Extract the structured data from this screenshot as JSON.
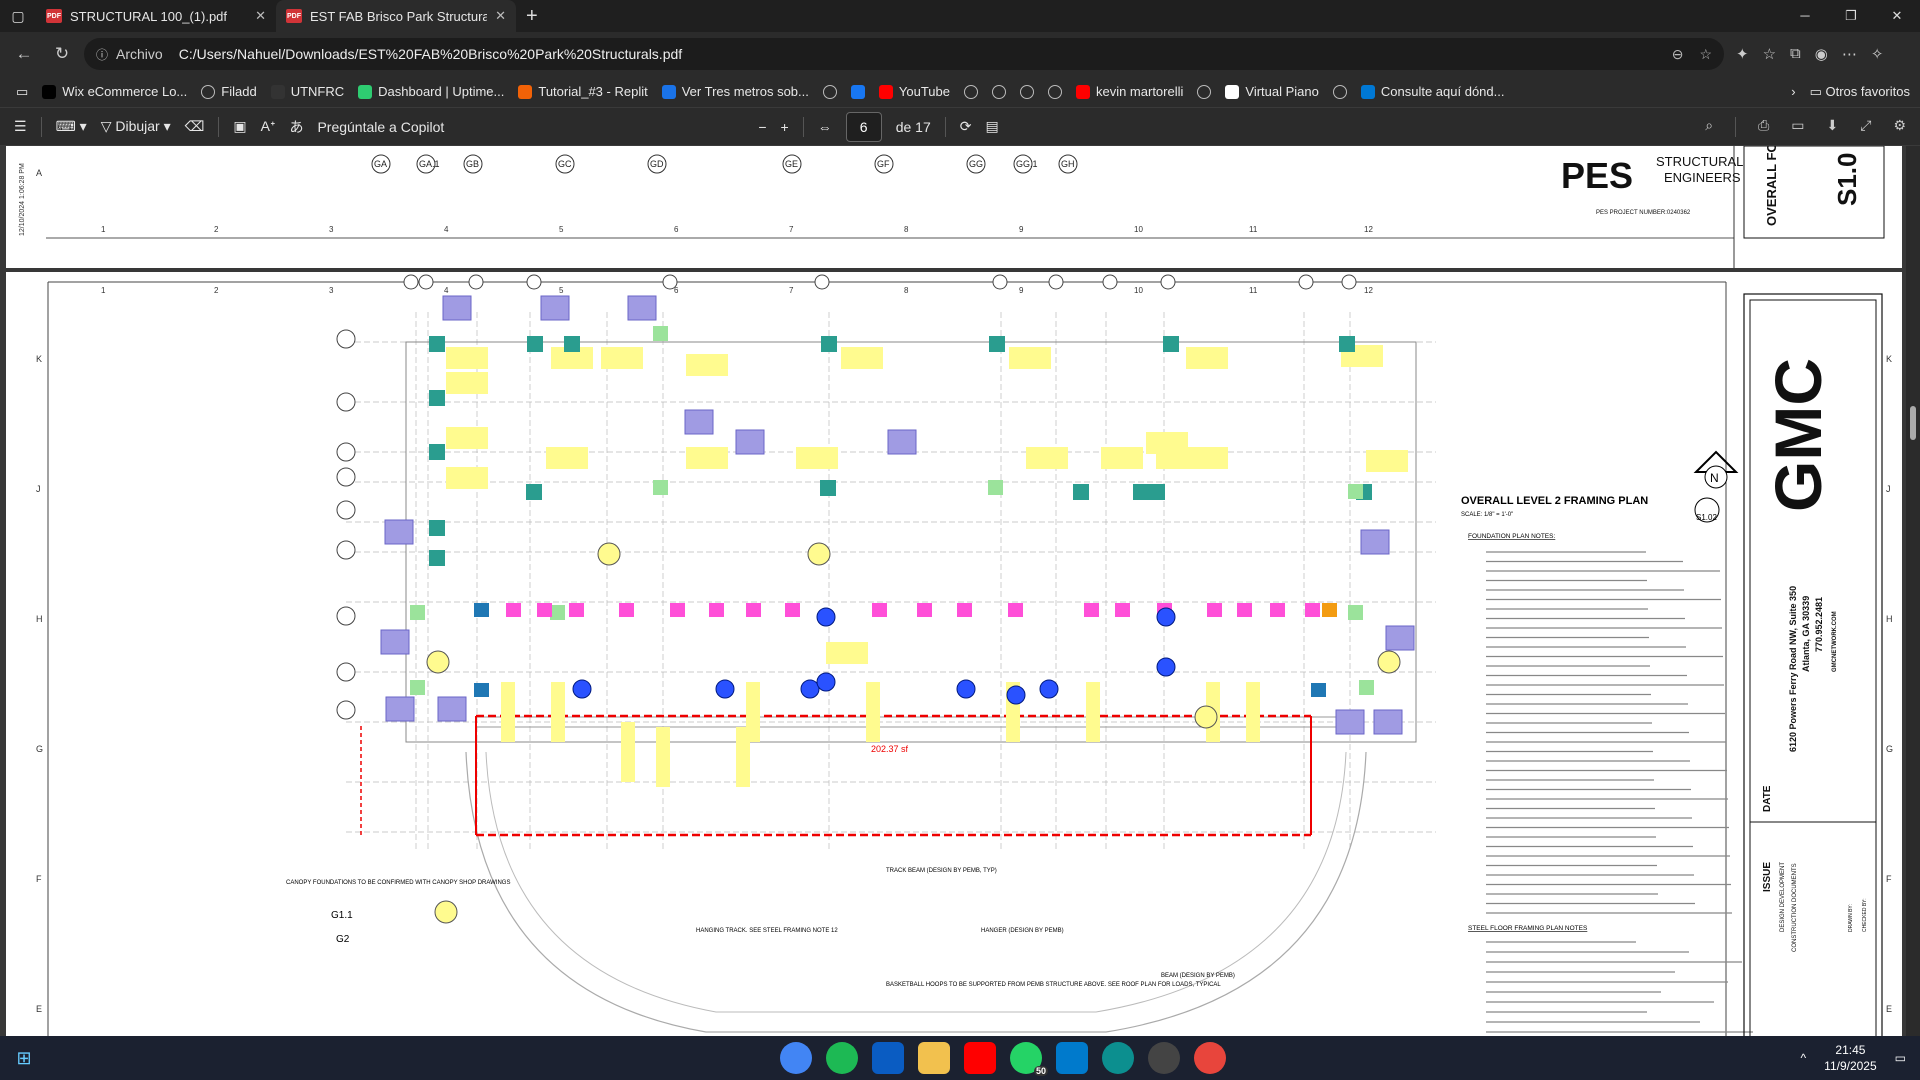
{
  "tabs": [
    {
      "title": "STRUCTURAL 100_(1).pdf",
      "active": false
    },
    {
      "title": "EST FAB Brisco Park Structurals.pdf",
      "active": true
    }
  ],
  "address": {
    "label": "Archivo",
    "url": "C:/Users/Nahuel/Downloads/EST%20FAB%20Brisco%20Park%20Structurals.pdf"
  },
  "bookmarks": [
    {
      "label": "Wix eCommerce Lo...",
      "color": "#000"
    },
    {
      "label": "Filadd",
      "color": "globe"
    },
    {
      "label": "UTNFRC",
      "color": "#333"
    },
    {
      "label": "Dashboard | Uptime...",
      "color": "#2ecc71"
    },
    {
      "label": "Tutorial_#3 - Replit",
      "color": "#f26207"
    },
    {
      "label": "Ver Tres metros sob...",
      "color": "#1a73e8"
    },
    {
      "label": "",
      "color": "globe"
    },
    {
      "label": "",
      "color": "#1877f2"
    },
    {
      "label": "YouTube",
      "color": "#ff0000"
    },
    {
      "label": "",
      "color": "globe"
    },
    {
      "label": "",
      "color": "globe"
    },
    {
      "label": "",
      "color": "globe"
    },
    {
      "label": "",
      "color": "globe"
    },
    {
      "label": "kevin martorelli",
      "color": "#ff0000"
    },
    {
      "label": "",
      "color": "globe"
    },
    {
      "label": "Virtual Piano",
      "color": "#fff"
    },
    {
      "label": "",
      "color": "globe"
    },
    {
      "label": "Consulte aquí dónd...",
      "color": "#0078d4"
    }
  ],
  "bookmarks_other": "Otros favoritos",
  "pdf_toolbar": {
    "draw": "Dibujar",
    "copilot": "Pregúntale a Copilot",
    "page": "6",
    "of_pages": "de 17"
  },
  "drawing": {
    "firm_name": "PES",
    "firm_sub1": "STRUCTURAL",
    "firm_sub2": "ENGINEERS",
    "firm_project": "PES PROJECT NUMBER:0240362",
    "top_sheet_label": "OVERALL FOUNDA PLAN",
    "top_sheet_no": "S1.0",
    "top_grid": [
      "GA",
      "GA.1",
      "GB",
      "GC",
      "GD",
      "GE",
      "GF",
      "GG",
      "GG.1",
      "GH"
    ],
    "col_numbers": [
      "1",
      "2",
      "3",
      "4",
      "5",
      "6",
      "7",
      "8",
      "9",
      "10",
      "11",
      "12"
    ],
    "row_letters": [
      "K",
      "J",
      "H",
      "G",
      "F",
      "E"
    ],
    "plan_title": "OVERALL LEVEL 2 FRAMING PLAN",
    "plan_scale": "SCALE: 1/8\" = 1'-0\"",
    "plan_ref": "S1.02",
    "notes_head": "FOUNDATION PLAN NOTES:",
    "notes_head2": "STEEL FLOOR FRAMING PLAN NOTES",
    "company": "GMC",
    "address1": "6120 Powers Ferry Road NW, Suite 350",
    "address2": "Atlanta, GA 30339",
    "phone": "770.952.2481",
    "web": "GMCNETWORK.COM",
    "issue": "ISSUE",
    "date": "DATE",
    "design_dev": "DESIGN DEVELOPMENT",
    "construction_docs": "CONSTRUCTION DOCUMENTS",
    "drawn_by": "DRAWN BY:",
    "checked_by": "CHECKED BY:",
    "canopy_note": "CANOPY FOUNDATIONS TO BE CONFIRMED WITH CANOPY SHOP DRAWINGS",
    "track_beam": "TRACK BEAM (DESIGN BY PEMB, TYP)",
    "hanger": "HANGER (DESIGN BY PEMB)",
    "hanging_track": "HANGING TRACK. SEE STEEL FRAMING NOTE 12",
    "basketball": "BASKETBALL HOOPS TO BE SUPPORTED FROM PEMB STRUCTURE ABOVE. SEE ROOF PLAN FOR LOADS, TYPICAL",
    "beam_pemb": "BEAM (DESIGN BY PEMB)",
    "north": "N",
    "grid_g1": "G1.1",
    "grid_g2": "G2",
    "dim_red1": "202.37 sf",
    "print_stamp": "12/10/2024 1:06:28 PM"
  },
  "taskbar": {
    "time": "21:45",
    "date": "11/9/2025",
    "badge": "50"
  }
}
